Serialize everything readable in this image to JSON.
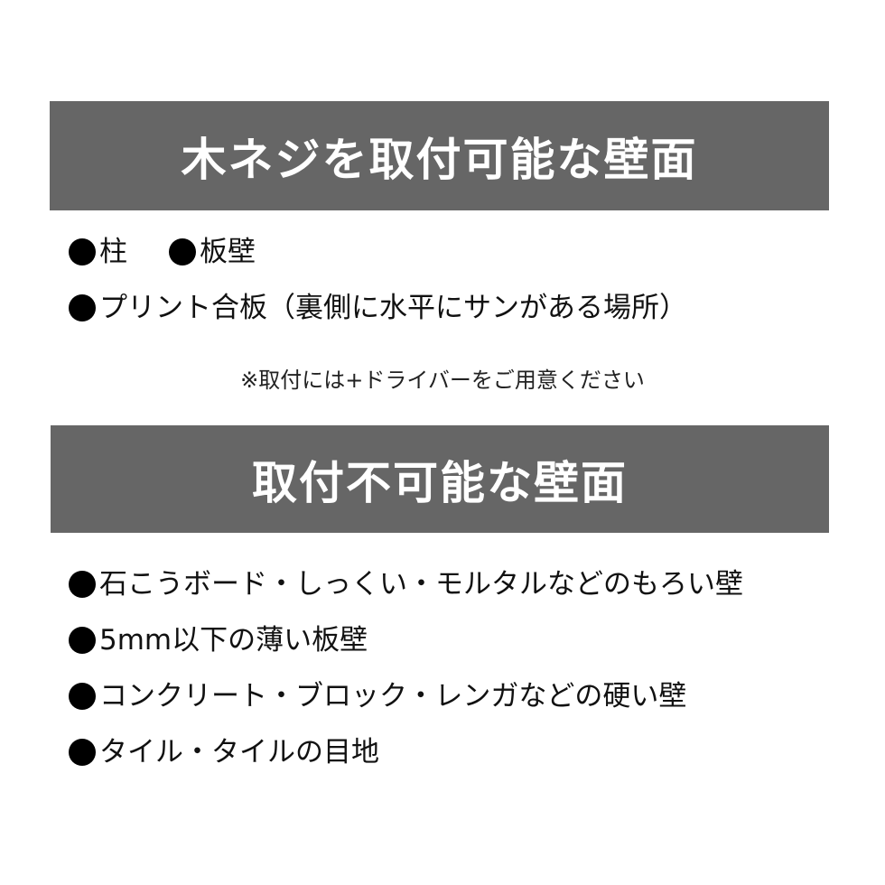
{
  "possible_section": {
    "title": "木ネジを取付可能な壁面",
    "items_row1": [
      "柱",
      "板壁"
    ],
    "items": [
      "プリント合板（裏側に水平にサンがある場所）"
    ],
    "note": "※取付には+ドライバーをご用意ください"
  },
  "impossible_section": {
    "title": "取付不可能な壁面",
    "items": [
      "石こうボード・しっくい・モルタルなどのもろい壁",
      "5mm以下の薄い板壁",
      "コンクリート・ブロック・レンガなどの硬い壁",
      "タイル・タイルの目地"
    ]
  },
  "colors": {
    "banner_bg": "#666666",
    "banner_text": "#ffffff",
    "body_text": "#111111",
    "bullet": "#000000"
  },
  "icons": {
    "bullet": "black-circle-bullet-icon"
  }
}
